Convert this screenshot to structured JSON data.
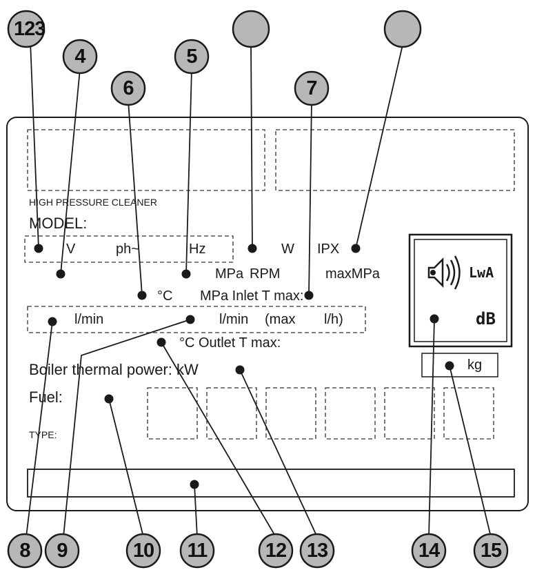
{
  "plate": {
    "title": "HIGH PRESSURE CLEANER",
    "model_label": "MODEL:",
    "row1": {
      "volt": "V",
      "phase": "ph~",
      "hz": "Hz",
      "watt": "W",
      "ipx": "IPX"
    },
    "row2": {
      "mpa": "MPa",
      "rpm": "RPM",
      "maxmpa": "maxMPa"
    },
    "row3": {
      "degc": "°C",
      "overlap": "MPa Inlet T max:"
    },
    "row4": {
      "lmin1": "l/min",
      "lmin2": "l/min",
      "max_lh": "(max",
      "lh": "l/h)"
    },
    "row5": {
      "degc2": "°C",
      "outlet": "Outlet T max:"
    },
    "boiler_label": "Boiler thermal power: kW",
    "fuel_label": "Fuel:",
    "type_label": "TYPE:",
    "sound": {
      "lwa": "LwA",
      "db": "dB"
    },
    "weight": "kg"
  },
  "callouts": {
    "c123": "123",
    "c4": "4",
    "c5": "5",
    "c6": "6",
    "c7": "7",
    "c8": "8",
    "c9": "9",
    "c10": "10",
    "c11": "11",
    "c12": "12",
    "c13": "13",
    "c14": "14",
    "c15": "15"
  },
  "colors": {
    "circle_fill": "#b7b7b7",
    "stroke": "#1a1a1a"
  }
}
